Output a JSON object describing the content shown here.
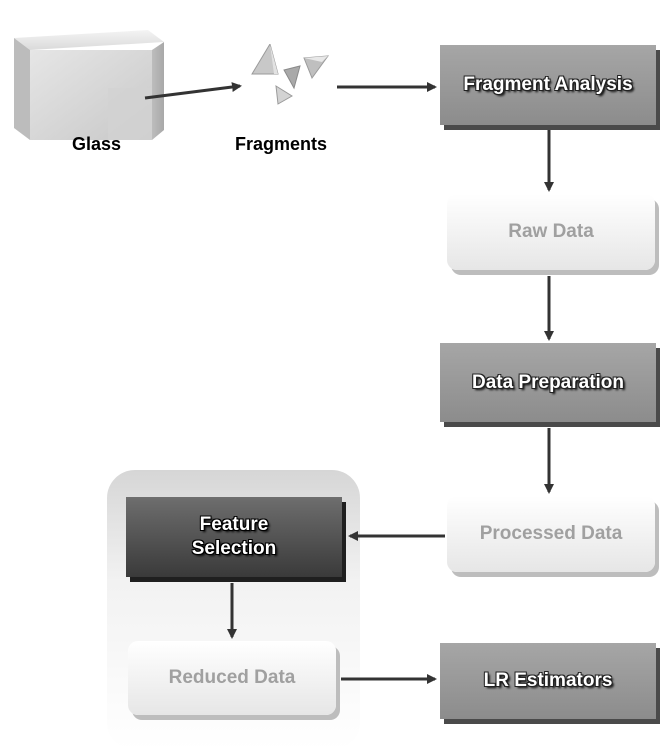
{
  "glass_label": "Glass",
  "fragments_label": "Fragments",
  "boxes": {
    "fragment_analysis": "Fragment Analysis",
    "raw_data": "Raw Data",
    "data_preparation": "Data Preparation",
    "processed_data": "Processed Data",
    "feature_selection": "Feature\nSelection",
    "reduced_data": "Reduced Data",
    "lr_estimators": "LR Estimators"
  }
}
